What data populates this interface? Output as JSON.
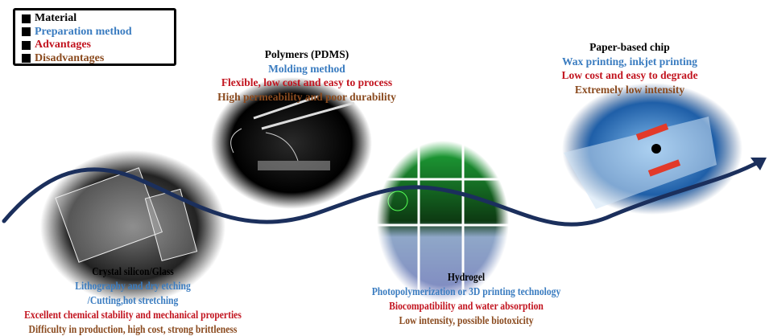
{
  "legend": {
    "items": [
      {
        "label": "Material",
        "color": "#000000"
      },
      {
        "label": "Preparation method",
        "color": "#3a7cc0"
      },
      {
        "label": "Advantages",
        "color": "#c2141f"
      },
      {
        "label": "Disadvantages",
        "color": "#8a4a1e"
      }
    ]
  },
  "materials": {
    "pdms": {
      "material": "Polymers (PDMS)",
      "method": "Molding method",
      "advantages": "Flexible, low cost and easy to process",
      "disadvantages": "High permeability and poor durability"
    },
    "paper": {
      "material": "Paper-based chip",
      "method": "Wax printing, inkjet printing",
      "advantages": "Low cost and easy to degrade",
      "disadvantages": "Extremely low intensity"
    },
    "glass": {
      "material": "Crystal silicon/Glass",
      "method": "Lithography and dry etching",
      "method2": "/Cutting,hot stretching",
      "advantages": "Excellent chemical stability and mechanical properties",
      "disadvantages": "Difficulty in production, high cost, strong brittleness"
    },
    "hydrogel": {
      "material": "Hydrogel",
      "method": "Photopolymerization or 3D printing technology",
      "advantages": "Biocompatibility and water absorption",
      "disadvantages": "Low intensity, possible biotoxicity"
    }
  },
  "colors": {
    "wave": "#1b2f5c"
  }
}
